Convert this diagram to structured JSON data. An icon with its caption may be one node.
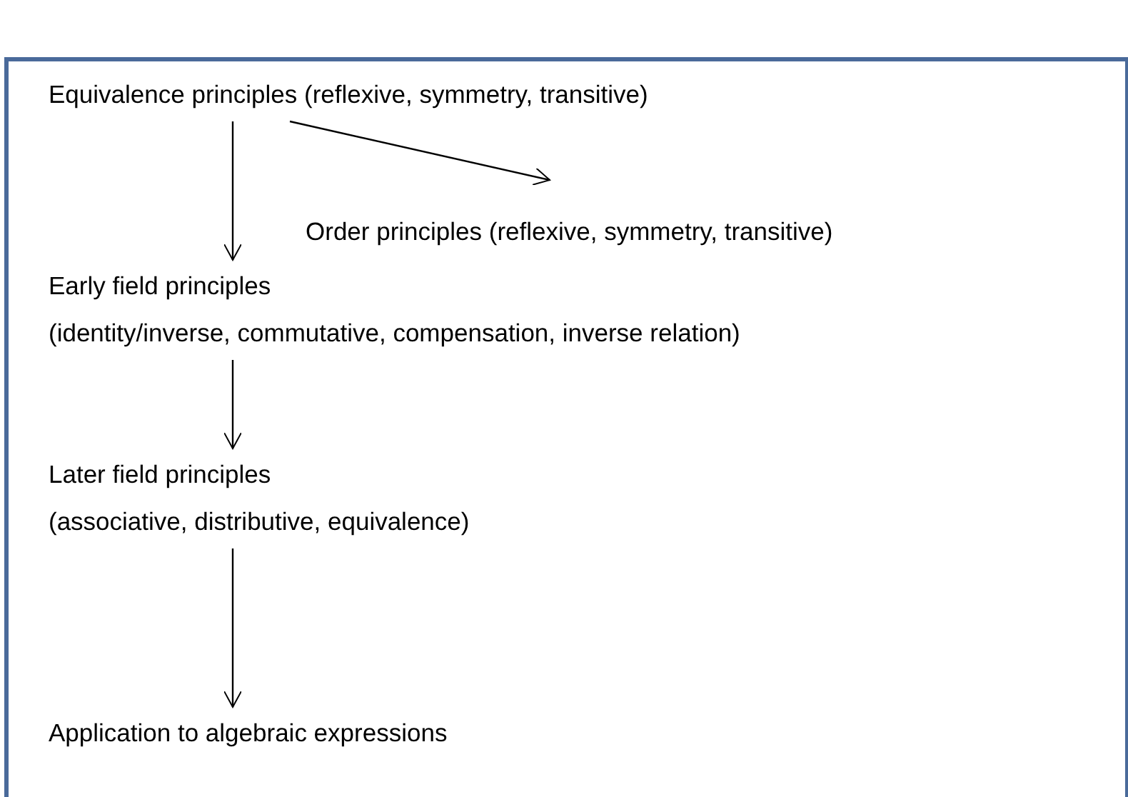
{
  "diagram": {
    "nodes": [
      {
        "text": [
          "Equivalence principles (reflexive, symmetry, transitive)"
        ]
      },
      {
        "text": [
          "Order principles (reflexive, symmetry, transitive)"
        ]
      },
      {
        "text": [
          "Early field principles",
          "(identity/inverse, commutative, compensation, inverse relation)"
        ]
      },
      {
        "text": [
          "Later field principles",
          "(associative, distributive, equivalence)"
        ]
      },
      {
        "text": [
          "Application to algebraic expressions"
        ]
      }
    ],
    "edges": [
      {
        "from": 0,
        "to": 2,
        "arrow": "to"
      },
      {
        "from": 0,
        "to": 1,
        "arrow": "to"
      },
      {
        "from": 2,
        "to": 3,
        "arrow": "to"
      },
      {
        "from": 3,
        "to": 4,
        "arrow": "to"
      }
    ]
  }
}
